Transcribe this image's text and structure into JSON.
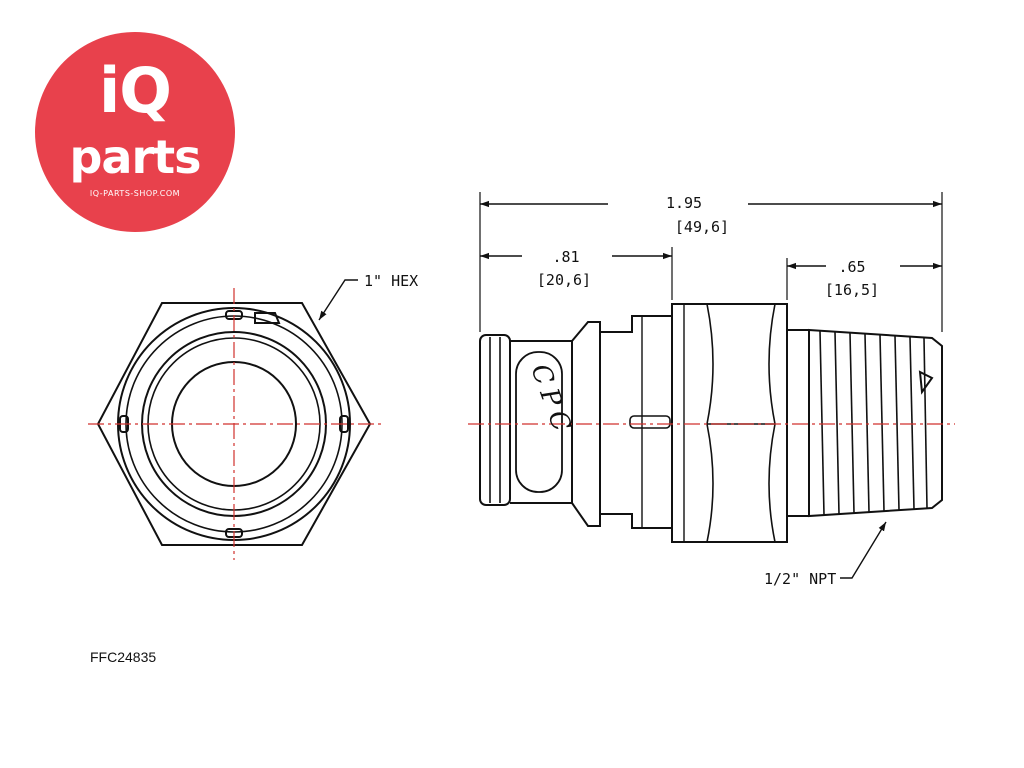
{
  "logo": {
    "brand_top": "iQ",
    "brand_bottom": "parts",
    "website": "IQ-PARTS-SHOP.COM",
    "color": "#e8414c"
  },
  "drawing": {
    "front_view": {
      "hex_callout": "1\" HEX"
    },
    "side_view": {
      "overall_length": {
        "inch": "1.95",
        "mm": "[49,6]"
      },
      "coupling_length": {
        "inch": ".81",
        "mm": "[20,6]"
      },
      "thread_length": {
        "inch": ".65",
        "mm": "[16,5]"
      },
      "thread_callout": "1/2\" NPT",
      "body_mark": "CPC"
    },
    "centerline_color": "#d0312d"
  },
  "part_number": "FFC24835"
}
